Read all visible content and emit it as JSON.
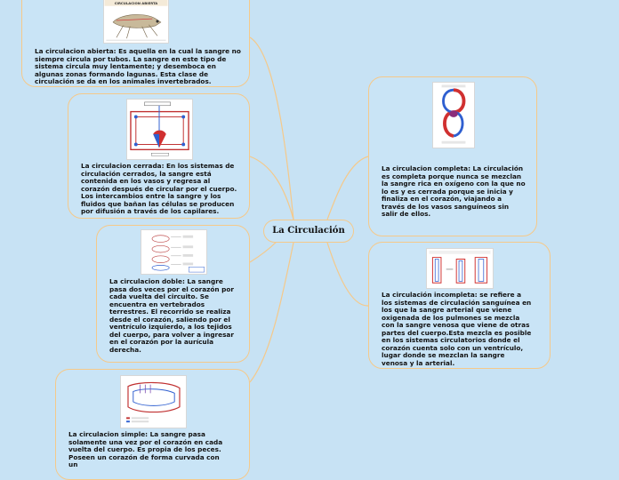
{
  "center": {
    "title": "La Circulación"
  },
  "nodes": {
    "abierta": {
      "image_caption": "CIRCULACION ABIERTA",
      "text": "La circulacion abierta: Es aquella en la cual la sangre no siempre circula por tubos. La sangre en este tipo de sistema circula muy lentamente; y desemboca en algunas zonas formando lagunas. Esta clase de circulación se da en los animales invertebrados."
    },
    "cerrada": {
      "text": "La circulacion cerrada: En los sistemas de circulación cerrados, la sangre está contenida en los vasos y regresa al corazón después de circular por el cuerpo. Los intercambios entre la sangre y los fluidos que bañan las células se producen por difusión a través de los capilares."
    },
    "doble": {
      "text": " La circulacion doble: La sangre pasa dos veces por el corazón por cada vuelta del circuito. Se encuentra en vertebrados terrestres. El recorrido se realiza desde el corazón, saliendo por el ventrículo izquierdo, a los tejidos del cuerpo, para volver a ingresar en el corazón por la aurícula derecha."
    },
    "simple": {
      "text": "La circulacion simple: La sangre pasa solamente una vez por el corazón en cada vuelta del cuerpo. Es propia de los peces. Poseen un corazón de forma curvada con un"
    },
    "completa": {
      "text": "La circulacion completa: La circulación es completa porque nunca se mezclan la sangre rica en oxígeno con la que no lo es y es cerrada porque se inicia y finaliza en el corazón, viajando a través de los vasos sanguíneos sin salir de ellos."
    },
    "incompleta": {
      "text": "La circulación incompleta:  se refiere a los sistemas de circulación sanguínea en los que la sangre arterial que viene oxigenada de los pulmones se mezcla con la sangre venosa que viene de otras partes del cuerpo.Esta mezcla es posible en los sistemas circulatorios donde el corazón cuenta solo con un ventrículo, lugar donde se mezclan la sangre venosa y la arterial."
    }
  },
  "colors": {
    "background": "#c7e2f4",
    "node_border": "#f5c98a",
    "connector": "#f5c98a",
    "arterial": "#e03030",
    "venous": "#2f5fd0"
  }
}
